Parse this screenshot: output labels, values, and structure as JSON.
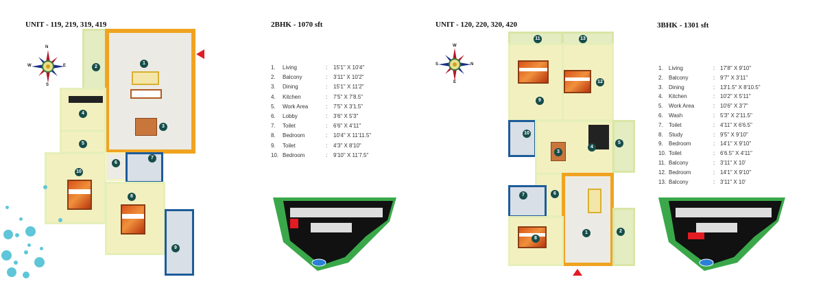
{
  "left_unit": {
    "title": "UNIT - 119, 219, 319, 419",
    "compass": {
      "n": "N",
      "s": "S",
      "e": "E",
      "w": "W"
    },
    "room_numbers": [
      "1",
      "2",
      "3",
      "4",
      "5",
      "6",
      "7",
      "8",
      "9",
      "10"
    ]
  },
  "left_spec": {
    "title": "2BHK - 1070 sft",
    "rows": [
      {
        "n": "1.",
        "name": "Living",
        "dim": "15'1\" X 10'4\""
      },
      {
        "n": "2.",
        "name": "Balcony",
        "dim": "3'11\" X 10'2\""
      },
      {
        "n": "3.",
        "name": "Dining",
        "dim": "15'1\" X 11'2\""
      },
      {
        "n": "4.",
        "name": "Kitchen",
        "dim": "7'5\" X 7'8.5\""
      },
      {
        "n": "5.",
        "name": "Work Area",
        "dim": "7'5\" X 3'1.5\""
      },
      {
        "n": "6.",
        "name": "Lobby",
        "dim": "3'6\" X 5'3\""
      },
      {
        "n": "7.",
        "name": "Toilet",
        "dim": "6'6\" X 4'11\""
      },
      {
        "n": "8.",
        "name": "Bedroom",
        "dim": "10'4\" X 11'11.5\""
      },
      {
        "n": "9.",
        "name": "Toilet",
        "dim": "4'3\" X 8'10\""
      },
      {
        "n": "10.",
        "name": "Bedroom",
        "dim": "9'10\" X 11'7.5\""
      }
    ]
  },
  "right_unit": {
    "title": "UNIT - 120, 220, 320, 420",
    "compass": {
      "n": "W",
      "s": "E",
      "e": "N",
      "w": "S"
    },
    "room_numbers": [
      "1",
      "2",
      "3",
      "4",
      "5",
      "6",
      "7",
      "8",
      "9",
      "10",
      "11",
      "12",
      "13"
    ]
  },
  "right_spec": {
    "title": "3BHK - 1301 sft",
    "rows": [
      {
        "n": "1.",
        "name": "Living",
        "dim": "17'8\" X 9'10\""
      },
      {
        "n": "2.",
        "name": "Balcony",
        "dim": "9'7\" X 3'11\""
      },
      {
        "n": "3.",
        "name": "Dining",
        "dim": "13'1.5\" X 8'10.5\""
      },
      {
        "n": "4.",
        "name": "Kitchen",
        "dim": "10'2\" X 5'11\""
      },
      {
        "n": "5.",
        "name": "Work Area",
        "dim": "10'6\" X 3'7\""
      },
      {
        "n": "6.",
        "name": "Wash",
        "dim": "5'3\" X 2'11.5\""
      },
      {
        "n": "7.",
        "name": "Toilet",
        "dim": "4'11\" X 6'6.5\""
      },
      {
        "n": "8.",
        "name": "Study",
        "dim": "9'5\" X 9'10\""
      },
      {
        "n": "9.",
        "name": "Bedroom",
        "dim": "14'1\" X 9'10\""
      },
      {
        "n": "10.",
        "name": "Toilet",
        "dim": "6'6.5\" X 4'11\""
      },
      {
        "n": "11.",
        "name": "Balcony",
        "dim": "3'11\" X 10'"
      },
      {
        "n": "12.",
        "name": "Bedroom",
        "dim": "14'1\" X 9'10\""
      },
      {
        "n": "13.",
        "name": "Balcony",
        "dim": "3'11\" X 10'"
      }
    ]
  },
  "colors": {
    "accent_red": "#e31b23",
    "wall_orange": "#f0a320",
    "badge": "#164d4a",
    "bubble": "#5ec6d8",
    "site_green": "#3aa84a"
  }
}
